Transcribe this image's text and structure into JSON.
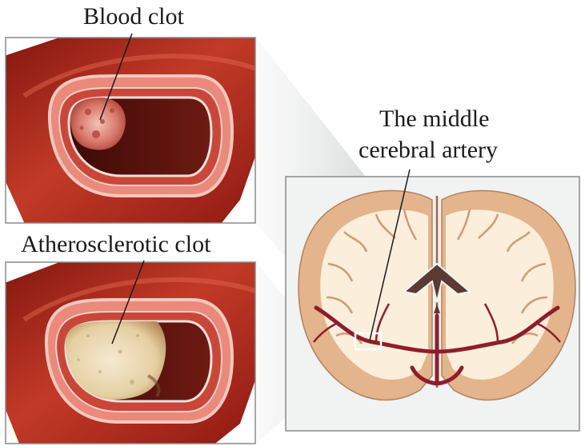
{
  "labels": {
    "blood_clot": "Blood clot",
    "atherosclerotic_clot": "Atherosclerotic clot",
    "middle_cerebral_artery_line1": "The middle",
    "middle_cerebral_artery_line2": "cerebral artery"
  },
  "colors": {
    "artery_red": "#b5281c",
    "vessel_wall": "#e98a7c",
    "lumen_dark": "#5a130e",
    "blood_clot": "#d77a6d",
    "plaque": "#e8d5a8",
    "brain_white_matter": "#fbeedb",
    "brain_grey_matter": "#e4b48c",
    "brain_vessel": "#8e1d2c"
  }
}
